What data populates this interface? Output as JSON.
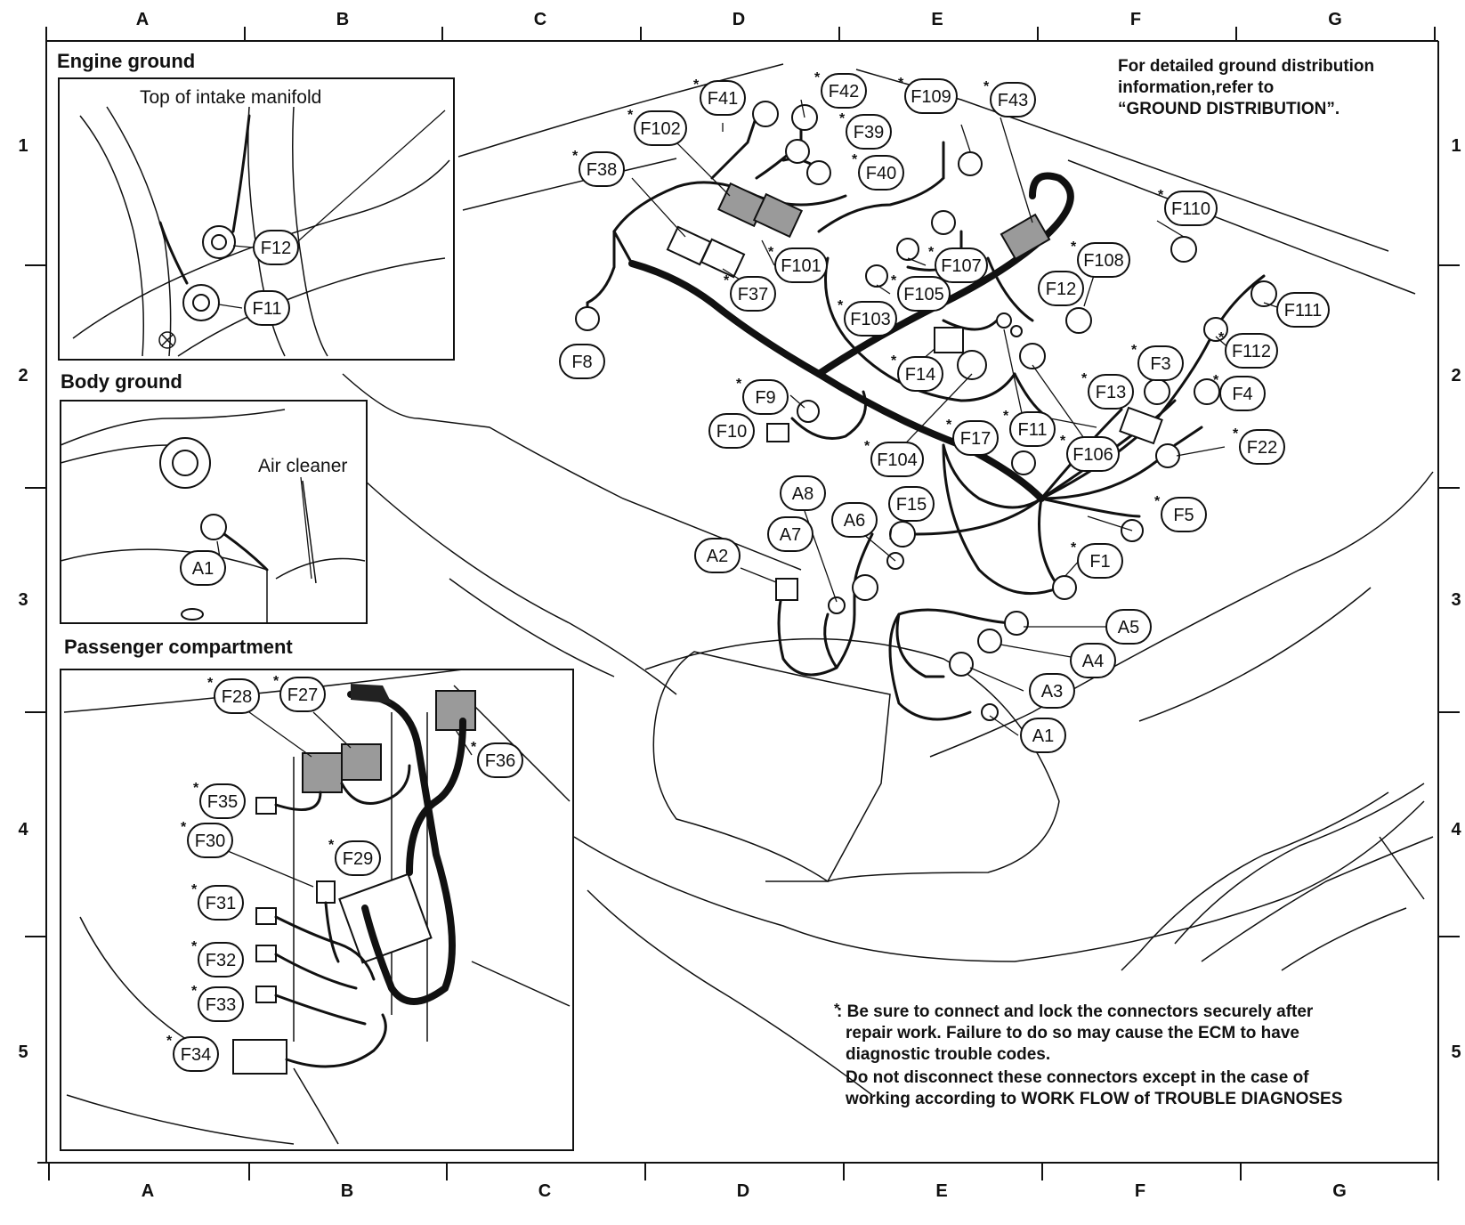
{
  "grid": {
    "columns": [
      "A",
      "B",
      "C",
      "D",
      "E",
      "F",
      "G"
    ],
    "rows": [
      "1",
      "2",
      "3",
      "4",
      "5"
    ]
  },
  "insets": {
    "engine_ground": {
      "title": "Engine ground",
      "subtitle": "Top of intake manifold"
    },
    "body_ground": {
      "title": "Body ground",
      "label": "Air cleaner"
    },
    "passenger": {
      "title": "Passenger compartment"
    }
  },
  "reference_note": [
    "For detailed ground distribution",
    "information,refer to",
    "“GROUND DISTRIBUTION”."
  ],
  "footnote": [
    ": Be sure to connect and lock the connectors securely after",
    "repair work. Failure to do so may cause the ECM to have",
    "diagnostic trouble codes.",
    "Do not disconnect these connectors except in the case of",
    "working according to WORK FLOW of TROUBLE DIAGNOSES"
  ],
  "star_symbol": "*",
  "connectors": {
    "engine_inset": [
      {
        "id": "F12",
        "star": false
      },
      {
        "id": "F11",
        "star": false
      }
    ],
    "body_inset": [
      {
        "id": "A1",
        "star": false
      }
    ],
    "passenger_inset": [
      {
        "id": "F28",
        "star": true
      },
      {
        "id": "F27",
        "star": true
      },
      {
        "id": "F36",
        "star": true
      },
      {
        "id": "F35",
        "star": true
      },
      {
        "id": "F30",
        "star": true
      },
      {
        "id": "F29",
        "star": true
      },
      {
        "id": "F31",
        "star": true
      },
      {
        "id": "F32",
        "star": true
      },
      {
        "id": "F33",
        "star": true
      },
      {
        "id": "F34",
        "star": true
      }
    ],
    "main": [
      {
        "id": "F41",
        "star": true
      },
      {
        "id": "F42",
        "star": true
      },
      {
        "id": "F109",
        "star": true
      },
      {
        "id": "F43",
        "star": true
      },
      {
        "id": "F102",
        "star": true
      },
      {
        "id": "F39",
        "star": true
      },
      {
        "id": "F38",
        "star": true
      },
      {
        "id": "F40",
        "star": true
      },
      {
        "id": "F110",
        "star": true
      },
      {
        "id": "F101",
        "star": true
      },
      {
        "id": "F107",
        "star": true
      },
      {
        "id": "F108",
        "star": true
      },
      {
        "id": "F37",
        "star": true
      },
      {
        "id": "F105",
        "star": true
      },
      {
        "id": "F12",
        "star": false
      },
      {
        "id": "F111",
        "star": false
      },
      {
        "id": "F103",
        "star": true
      },
      {
        "id": "F8",
        "star": false
      },
      {
        "id": "F112",
        "star": true
      },
      {
        "id": "F14",
        "star": true
      },
      {
        "id": "F3",
        "star": true
      },
      {
        "id": "F9",
        "star": true
      },
      {
        "id": "F13",
        "star": true
      },
      {
        "id": "F4",
        "star": true
      },
      {
        "id": "F10",
        "star": false
      },
      {
        "id": "F17",
        "star": true
      },
      {
        "id": "F11",
        "star": true
      },
      {
        "id": "F106",
        "star": true
      },
      {
        "id": "F22",
        "star": true
      },
      {
        "id": "F104",
        "star": true
      },
      {
        "id": "A8",
        "star": false
      },
      {
        "id": "F15",
        "star": false
      },
      {
        "id": "A6",
        "star": false
      },
      {
        "id": "F5",
        "star": true
      },
      {
        "id": "A7",
        "star": false
      },
      {
        "id": "A2",
        "star": false
      },
      {
        "id": "F1",
        "star": true
      },
      {
        "id": "A5",
        "star": false
      },
      {
        "id": "A4",
        "star": false
      },
      {
        "id": "A3",
        "star": false
      },
      {
        "id": "A1",
        "star": false
      }
    ]
  }
}
